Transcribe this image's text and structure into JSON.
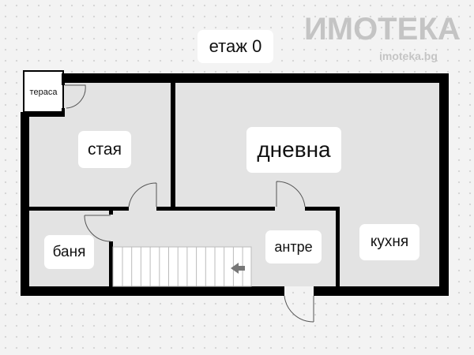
{
  "title": "етаж 0",
  "rooms": {
    "terrace": "тераса",
    "room": "стая",
    "living": "дневна",
    "bathroom": "баня",
    "hall": "антре",
    "kitchen": "кухня"
  },
  "watermark": {
    "logo": "ИМОТЕКА",
    "url": "imoteka.bg"
  },
  "colors": {
    "floor": "#e3e3e3",
    "wall": "#000000",
    "background": "#f3f3f3"
  }
}
